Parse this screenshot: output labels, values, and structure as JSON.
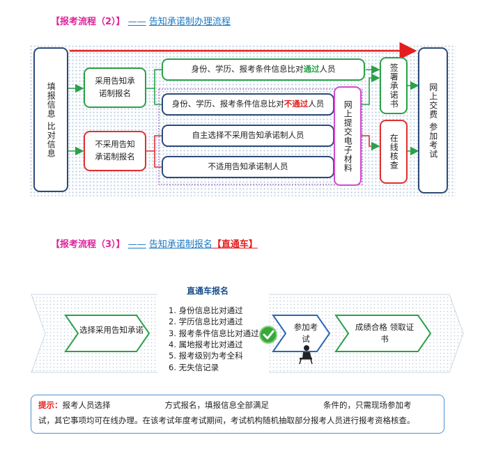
{
  "section2": {
    "tag": "【报考流程（2）】",
    "dash": "——",
    "title": "告知承诺制办理流程",
    "fill_info": "填报信息 比对信息",
    "adopt": "采用告知承诺制报名",
    "not_adopt": "不采用告知承诺制报名",
    "row1_prefix": "身份、学历、报考条件信息比对",
    "row1_emph": "通过",
    "row1_suffix": "人员",
    "row2_prefix": "身份、学历、报考条件信息比对",
    "row2_emph": "不通过",
    "row2_suffix": "人员",
    "row3": "自主选择不采用告知承诺制人员",
    "row4": "不适用告知承诺制人员",
    "online_submit": "网上提交电子材料",
    "sign": "签署承诺书",
    "verify": "在线核查",
    "pay": "网上交费 参加考试",
    "colors": {
      "navy": "#2c4a78",
      "green": "#2aa14a",
      "red": "#e03030",
      "pink": "#d44bd0"
    }
  },
  "section3": {
    "tag": "【报考流程（3）】",
    "dash": "——",
    "title_prefix": "告知承诺制报名",
    "title_emph": "【直通车】",
    "banner_title": "直通车报名",
    "step_select": "选择采用告知承诺",
    "conditions": [
      "1. 身份信息比对通过",
      "2. 学历信息比对通过",
      "3. 报考条件信息比对通过",
      "4. 属地报考比对通过",
      "5. 报考级别为考全科",
      "6. 无失信记录"
    ],
    "check_icon": "check-circle-icon",
    "step_exam": "参加考试",
    "exam_icon": "person-at-desk-icon",
    "step_cert": "成绩合格 领取证书"
  },
  "hint": {
    "label": "提示：",
    "line1_a": "报考人员选择",
    "line1_b": "方式报名，填报信息全部满足",
    "line1_c": "条件的，只需现场参加考",
    "line2": "试，其它事项均可在线办理。在该考试年度考试期间，考试机构随机抽取部分报考人员进行报考资格核查。"
  }
}
